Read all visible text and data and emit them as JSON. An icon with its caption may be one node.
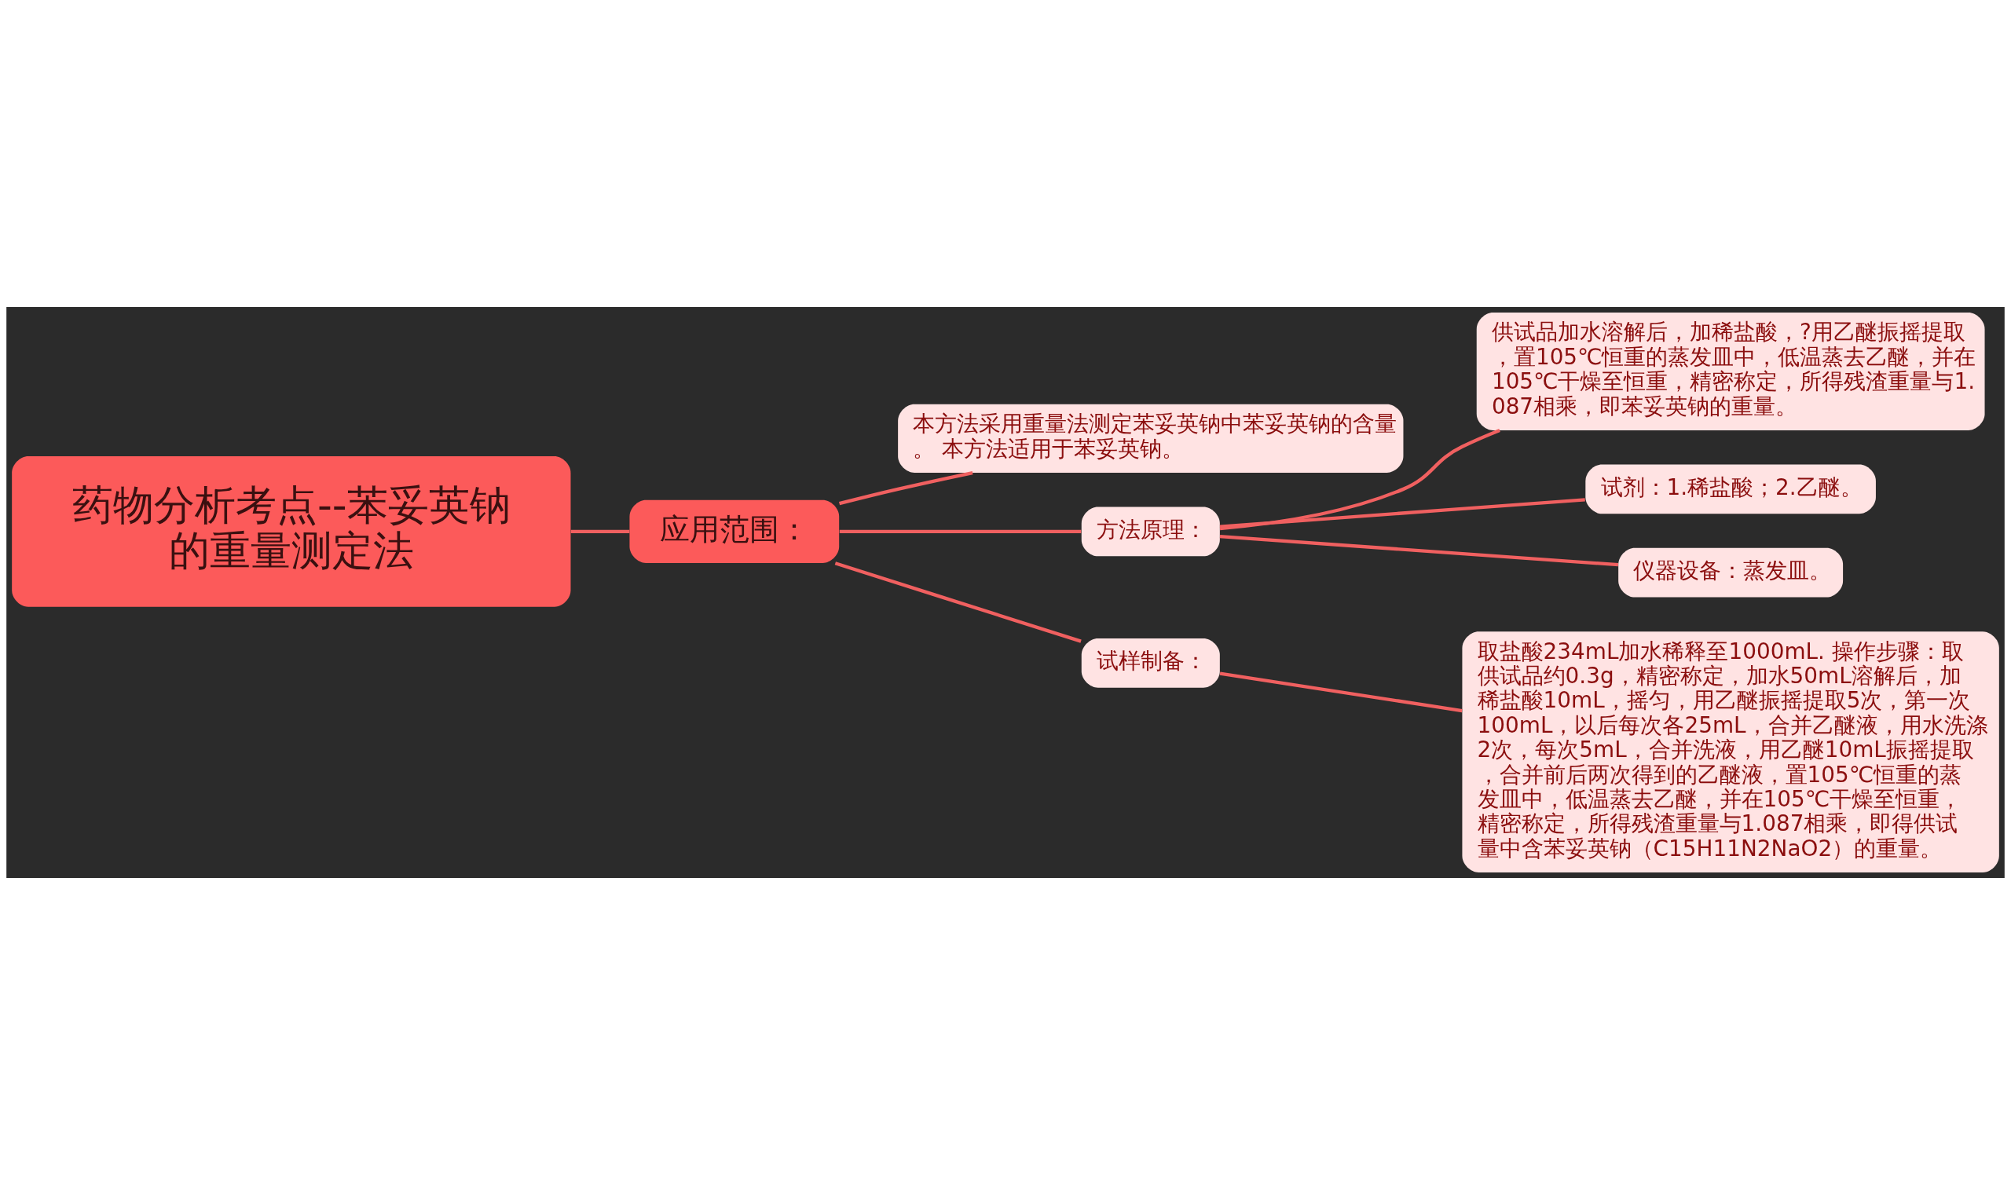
{
  "diagram": {
    "nodes": [
      {
        "text": [
          "药物分析考点--苯妥英钠的重量测定法"
        ]
      },
      {
        "text": [
          "应用范围："
        ]
      },
      {
        "text": [
          "本方法采用重量法测定苯妥英钠中苯妥英钠的含量。 本方法适用于苯妥英钠。"
        ]
      },
      {
        "text": [
          "方法原理："
        ]
      },
      {
        "text": [
          "供试品加水溶解后，加稀盐酸，?用乙醚振摇提取，置105℃恒重的蒸发皿中，低温蒸去乙醚，并在105℃干燥至恒重，精密称定，所得残渣重量与1.087相乘，即苯妥英钠的重量。"
        ]
      },
      {
        "text": [
          "试剂：1.稀盐酸；2.乙醚。"
        ]
      },
      {
        "text": [
          "仪器设备：蒸发皿。"
        ]
      },
      {
        "text": [
          "试样制备："
        ]
      },
      {
        "text": [
          "取盐酸234mL加水稀释至1000mL. 操作步骤：取供试品约0.3g，精密称定，加水50mL溶解后，加稀盐酸10mL，摇匀，用乙醚振摇提取5次，第一次100mL，以后每次各25mL，合并乙醚液，用水洗涤2次，每次5mL，合并洗液，用乙醚10mL振摇提取，合并前后两次得到的乙醚液，置105℃恒重的蒸发皿中，低温蒸去乙醚，并在105℃干燥至恒重，精密称定，所得残渣重量与1.087相乘，即得供试量中含苯妥英钠（C15H11N2NaO2）的重量。"
        ]
      }
    ],
    "edges": [
      {
        "from": 0,
        "to": 1,
        "arrow": "none"
      },
      {
        "from": 1,
        "to": 2,
        "arrow": "none"
      },
      {
        "from": 1,
        "to": 3,
        "arrow": "none"
      },
      {
        "from": 1,
        "to": 7,
        "arrow": "none"
      },
      {
        "from": 3,
        "to": 4,
        "arrow": "none"
      },
      {
        "from": 3,
        "to": 5,
        "arrow": "none"
      },
      {
        "from": 3,
        "to": 6,
        "arrow": "none"
      },
      {
        "from": 7,
        "to": 8,
        "arrow": "none"
      }
    ]
  }
}
